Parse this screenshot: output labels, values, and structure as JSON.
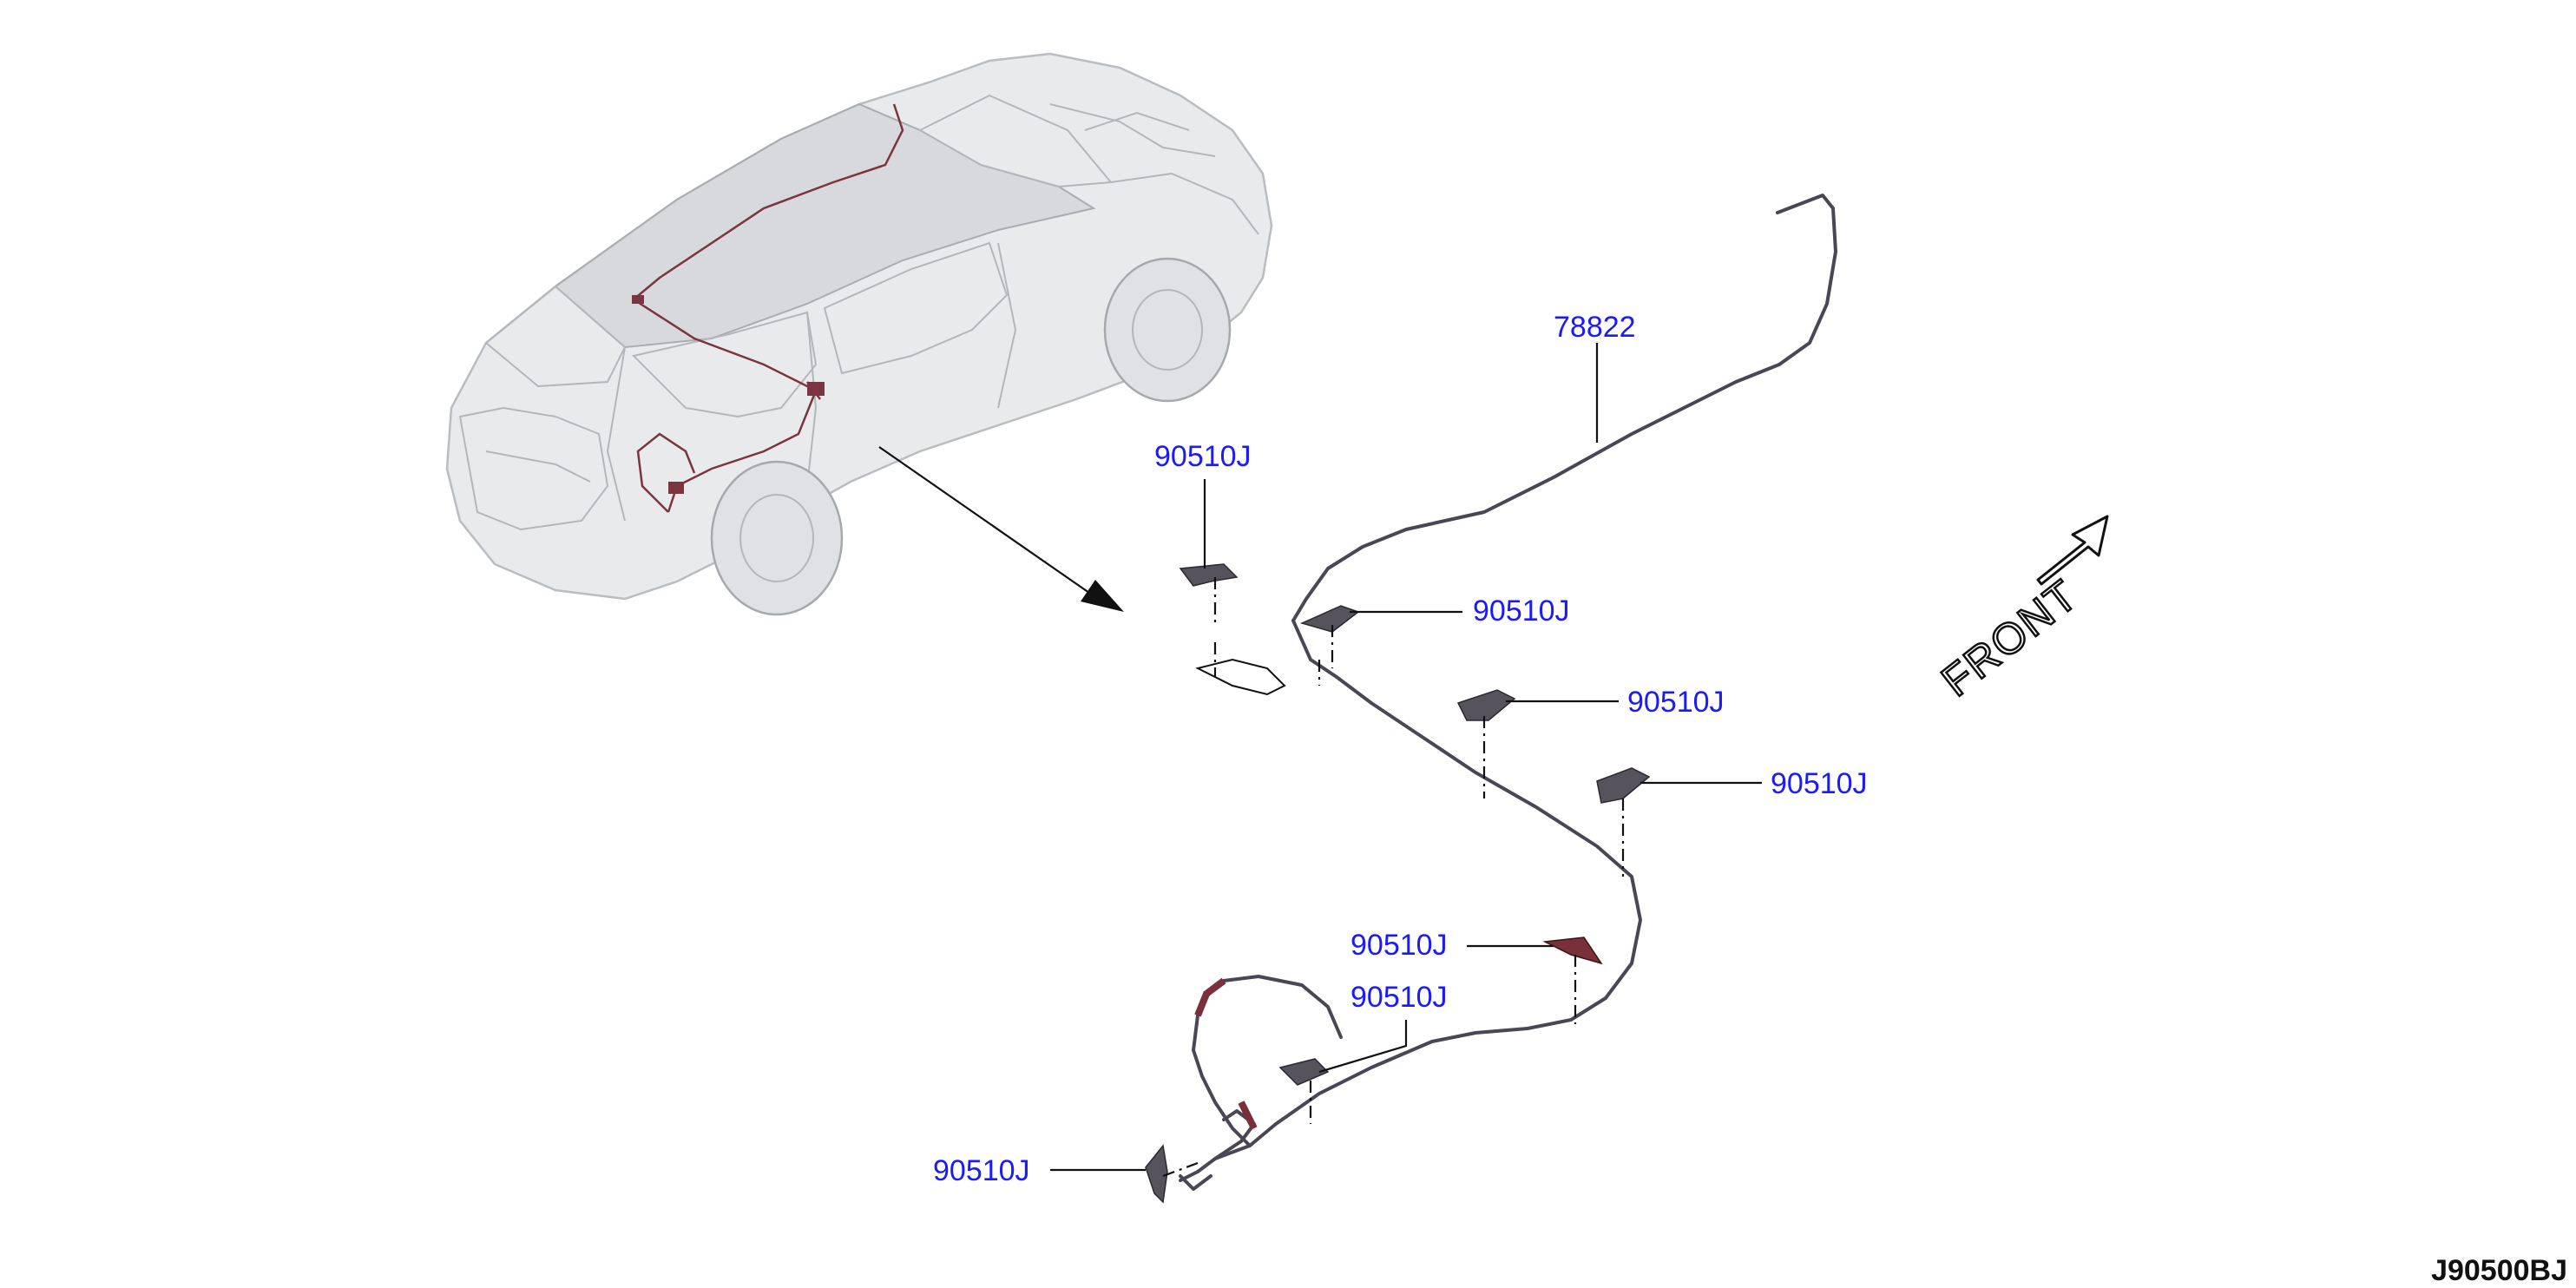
{
  "diagram": {
    "diagram_code": "J90500BJ",
    "direction_label": "FRONT",
    "icons": {
      "direction_arrow": "front-arrow-icon",
      "vehicle": "vehicle-illustration-icon"
    },
    "colors": {
      "callout_text": "#1a1aff",
      "harness": "#4a4654",
      "clip_gray": "#56535c",
      "clip_red": "#7a3038",
      "car_outline": "#b9bcc1"
    },
    "callouts": [
      {
        "part_number": "78822"
      },
      {
        "part_number": "90510J"
      },
      {
        "part_number": "90510J"
      },
      {
        "part_number": "90510J"
      },
      {
        "part_number": "90510J"
      },
      {
        "part_number": "90510J"
      },
      {
        "part_number": "90510J"
      },
      {
        "part_number": "90510J"
      }
    ]
  }
}
